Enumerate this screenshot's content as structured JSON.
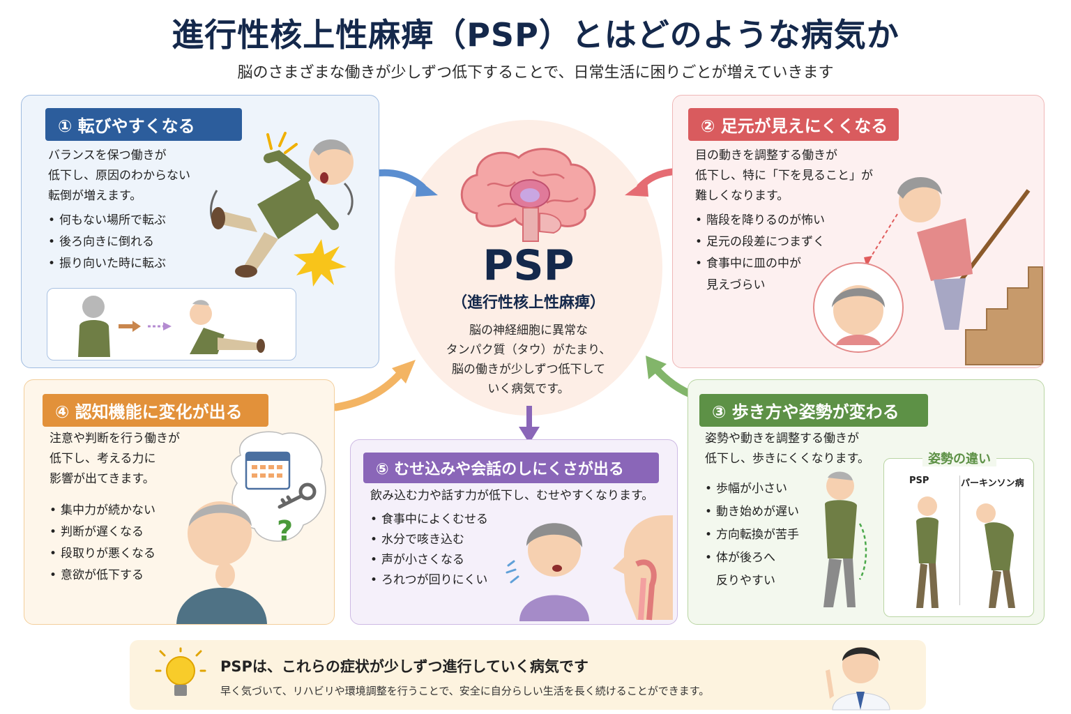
{
  "header": {
    "title": "進行性核上性麻痺（PSP）とはどのような病気か",
    "subtitle": "脳のさまざまな働きが少しずつ低下することで、日常生活に困りごとが増えていきます"
  },
  "center": {
    "abbr": "PSP",
    "full_name": "（進行性核上性麻痺）",
    "description": "脳の神経細胞に異常な\nタンパク質（タウ）がたまり、\n脳の働きが少しずつ低下して\nいく病気です。"
  },
  "panel1": {
    "title": "① 転びやすくなる",
    "description": "バランスを保つ働きが\n低下し、原因のわからない\n転倒が増えます。",
    "items": [
      "何もない場所で転ぶ",
      "後ろ向きに倒れる",
      "振り向いた時に転ぶ"
    ]
  },
  "panel2": {
    "title": "② 足元が見えにくくなる",
    "description": "目の動きを調整する働きが\n低下し、特に「下を見ること」が\n難しくなります。",
    "items": [
      "階段を降りるのが怖い",
      "足元の段差につまずく",
      "食事中に皿の中が\n見えづらい"
    ]
  },
  "panel3": {
    "title": "③ 歩き方や姿勢が変わる",
    "description": "姿勢や動きを調整する働きが\n低下し、歩きにくくなります。",
    "items": [
      "歩幅が小さい",
      "動き始めが遅い",
      "方向転換が苦手",
      "体が後ろへ\n反りやすい"
    ],
    "comparison": {
      "title": "姿勢の違い",
      "left_label": "PSP",
      "right_label": "パーキンソン病"
    }
  },
  "panel4": {
    "title": "④ 認知機能に変化が出る",
    "description": "注意や判断を行う働きが\n低下し、考える力に\n影響が出てきます。",
    "items": [
      "集中力が続かない",
      "判断が遅くなる",
      "段取りが悪くなる",
      "意欲が低下する"
    ]
  },
  "panel5": {
    "title": "⑤ むせ込みや会話のしにくさが出る",
    "description": "飲み込む力や話す力が低下し、むせやすくなります。",
    "items": [
      "食事中によくむせる",
      "水分で咳き込む",
      "声が小さくなる",
      "ろれつが回りにくい"
    ]
  },
  "footer": {
    "main": "PSPは、これらの症状が少しずつ進行していく病気です",
    "sub": "早く気づいて、リハビリや環境調整を行うことで、安全に自分らしい生活を長く続けることができます。"
  },
  "colors": {
    "title": "#14284b",
    "blue": "#2c5d9c",
    "red": "#d95b5e",
    "orange": "#e2913a",
    "purple": "#8a66b8",
    "green": "#5d9146"
  }
}
